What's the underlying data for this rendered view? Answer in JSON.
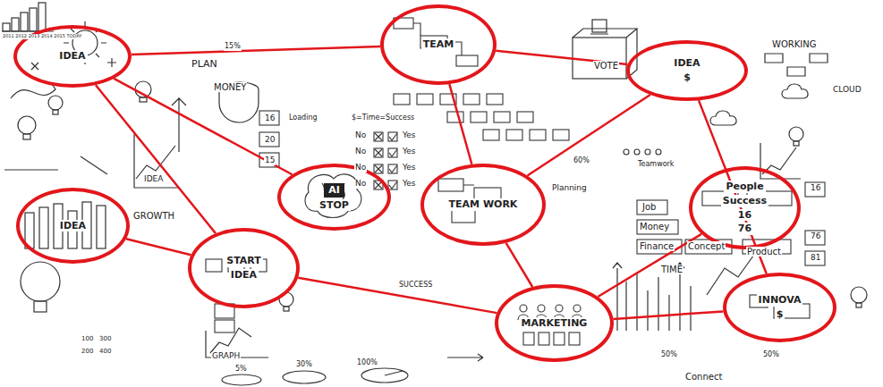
{
  "diagram": {
    "nodes": [
      {
        "text": [
          "IDEA"
        ]
      },
      {
        "text": [
          "TEAM"
        ]
      },
      {
        "text": [
          "IDEA",
          "$"
        ]
      },
      {
        "text": [
          "IDEA"
        ]
      },
      {
        "text": [
          "AI",
          "STOP"
        ]
      },
      {
        "text": [
          "TEAM WORK"
        ]
      },
      {
        "text": [
          "People",
          "Success",
          "16",
          "76"
        ]
      },
      {
        "text": [
          "START",
          "IDEA"
        ]
      },
      {
        "text": [
          "MARKETING"
        ]
      },
      {
        "text": [
          "INNOVA",
          "$"
        ]
      }
    ],
    "edges": [
      {
        "from": 0,
        "to": 1,
        "arrow": "none"
      },
      {
        "from": 1,
        "to": 2,
        "arrow": "none"
      },
      {
        "from": 0,
        "to": 4,
        "arrow": "none"
      },
      {
        "from": 0,
        "to": 7,
        "arrow": "none"
      },
      {
        "from": 3,
        "to": 7,
        "arrow": "none"
      },
      {
        "from": 7,
        "to": 8,
        "arrow": "none"
      },
      {
        "from": 1,
        "to": 5,
        "arrow": "none"
      },
      {
        "from": 5,
        "to": 8,
        "arrow": "none"
      },
      {
        "from": 5,
        "to": 2,
        "arrow": "none"
      },
      {
        "from": 2,
        "to": 9,
        "arrow": "none"
      },
      {
        "from": 8,
        "to": 9,
        "arrow": "none"
      },
      {
        "from": 6,
        "to": 8,
        "arrow": "none"
      }
    ],
    "labels": [
      "2011 2012 2013 2014 2015 TODAY",
      "PLAN",
      "MONEY",
      "15%",
      "16",
      "20",
      "15",
      "Loading",
      "$=Time=Success",
      "No",
      "Yes",
      "No",
      "Yes",
      "No",
      "Yes",
      "No",
      "Yes",
      "VOTE",
      "WORKING",
      "CLOUD",
      "GROWTH",
      "IDEA",
      "Planning",
      "60%",
      "Teamwork",
      "16",
      "76",
      "81",
      "Job",
      "Money",
      "Finance",
      "Concept",
      "Product",
      "TIME",
      "SUCCESS",
      "GRAPH",
      "5%",
      "30%",
      "100%",
      "100",
      "300",
      "200",
      "400",
      "Connect",
      "50%",
      "50%"
    ]
  }
}
